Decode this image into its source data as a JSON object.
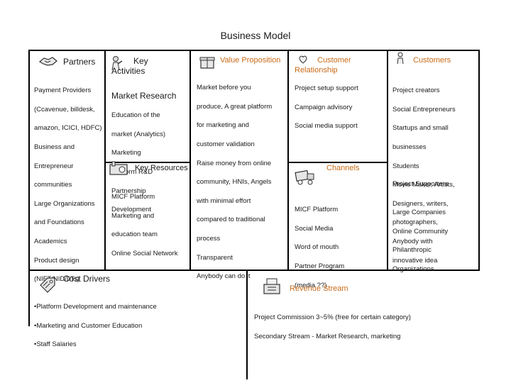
{
  "title": "Business Model",
  "partners": {
    "heading": "Partners",
    "icon": "handshake-icon",
    "items": [
      "Payment Providers",
      "(Ccavenue, billdesk,",
      "amazon, ICICI, HDFC)",
      "Business and",
      "Entrepreneur",
      "communities",
      "Large Organizations",
      "and Foundations",
      "Academics",
      "Product design",
      "(NIFT/NID/IITs)"
    ]
  },
  "key_activities": {
    "heading_line1": "Key",
    "heading_line2": "Activities",
    "icon": "worker-icon",
    "subheading": "Market Research",
    "items": [
      "Education of the",
      "market (Analytics)",
      "Marketing",
      "Platform R&D",
      "Partnership",
      "Development"
    ]
  },
  "key_resources": {
    "heading": "Key Resources",
    "icon": "factory-icon",
    "items": [
      "MICF Platform",
      "Marketing and",
      "education team",
      "Online Social Network"
    ]
  },
  "value_proposition": {
    "heading": "Value Proposition",
    "icon": "gift-icon",
    "items": [
      "Market before you",
      "produce, A great platform",
      "for marketing and",
      "customer validation",
      "Raise money from online",
      "community, HNIs, Angels",
      "with minimal effort",
      "compared to traditional",
      "process",
      "Transparent",
      "Anybody can do it"
    ]
  },
  "customer_relationship": {
    "heading_line1": "Customer",
    "heading_line2": "Relationship",
    "icon": "heart-icon",
    "items": [
      "Project setup support",
      "Campaign advisory",
      "Social media support"
    ]
  },
  "channels": {
    "heading": "Channels",
    "icon": "truck-icon",
    "items": [
      "MICF Platform",
      "Social Media",
      "Word of mouth",
      "Partner Program",
      "(media ??)"
    ]
  },
  "customers": {
    "heading": "Customers",
    "icon": "person-icon",
    "items": [
      "Project creators",
      "Social Entrepreneurs",
      "Startups and small",
      "businesses",
      "Students",
      "Movie Maker, Artists,",
      "Designers, writers,",
      "photographers,",
      "Anybody with",
      "innovative idea"
    ],
    "supporters_heading": "Project Supporters",
    "supporters": [
      "Large Companies",
      "Online Community",
      "Philanthropic",
      "Organizations"
    ]
  },
  "cost_drivers": {
    "heading": "Cost Drivers",
    "icon": "price-tag-icon",
    "items": [
      "•Platform Development and maintenance",
      "•Marketing and Customer Education",
      "•Staff Salaries"
    ]
  },
  "revenue_stream": {
    "heading": "Revenue Stream",
    "icon": "cash-register-icon",
    "items": [
      "Project Commission  3~5% (free for certain category)",
      "Secondary Stream  - Market Research, marketing"
    ]
  }
}
